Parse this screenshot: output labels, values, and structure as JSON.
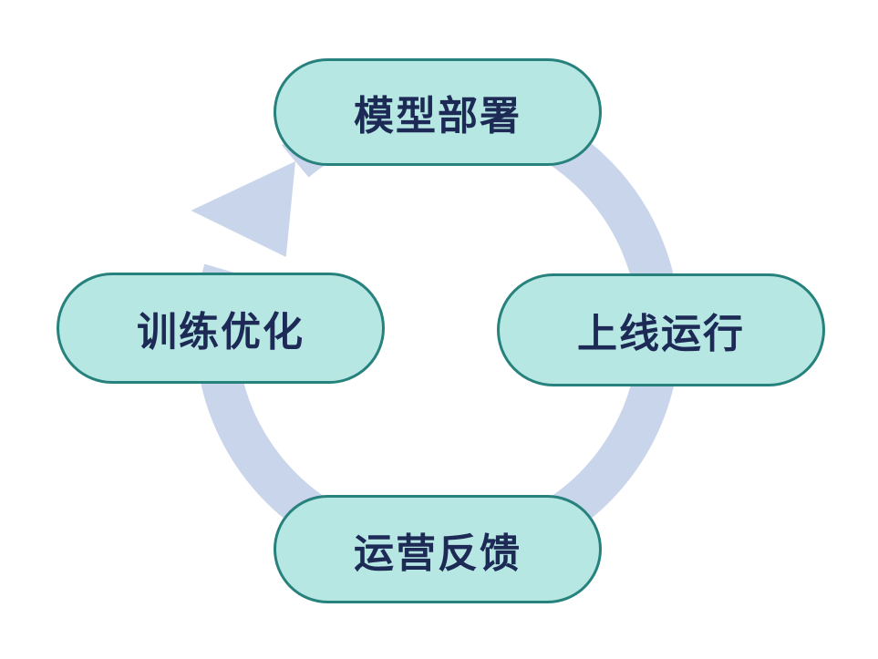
{
  "diagram": {
    "type": "cycle",
    "direction": "clockwise",
    "nodes": [
      {
        "id": "top",
        "label": "模型部署"
      },
      {
        "id": "right",
        "label": "上线运行"
      },
      {
        "id": "bottom",
        "label": "运营反馈"
      },
      {
        "id": "left",
        "label": "训练优化"
      }
    ],
    "flow": [
      "模型部署 -> 上线运行",
      "上线运行 -> 运营反馈",
      "运营反馈 -> 训练优化",
      "训练优化 -> 模型部署"
    ],
    "colors": {
      "node_fill": "#b7e7e3",
      "node_border": "#27817c",
      "node_text": "#1c2a55",
      "arrow": "#c9d5ea",
      "background": "#ffffff"
    }
  }
}
